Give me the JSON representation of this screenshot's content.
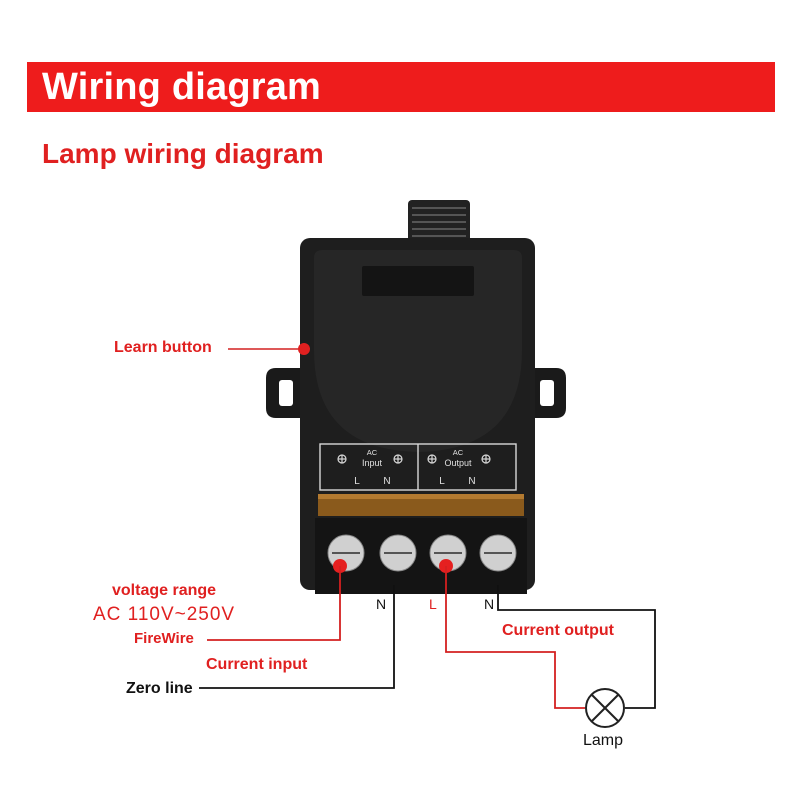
{
  "header": {
    "title": "Wiring diagram"
  },
  "subtitle": "Lamp wiring diagram",
  "device": {
    "input_group": {
      "line1": "AC",
      "line2": "Input",
      "terminal_l": "L",
      "terminal_n": "N"
    },
    "output_group": {
      "line1": "AC",
      "line2": "Output",
      "terminal_l": "L",
      "terminal_n": "N"
    }
  },
  "labels": {
    "learn_button": "Learn button",
    "voltage_range": "voltage range",
    "voltage_value": "AC  110V~250V",
    "firewire": "FireWire",
    "current_input": "Current input",
    "zero_line": "Zero line",
    "current_output": "Current output",
    "lamp": "Lamp",
    "wire_n1": "N",
    "wire_l": "L",
    "wire_n2": "N"
  },
  "colors": {
    "accent": "#ee1c1c",
    "wire_red": "#d42020",
    "device_body": "#1e1e1e"
  }
}
